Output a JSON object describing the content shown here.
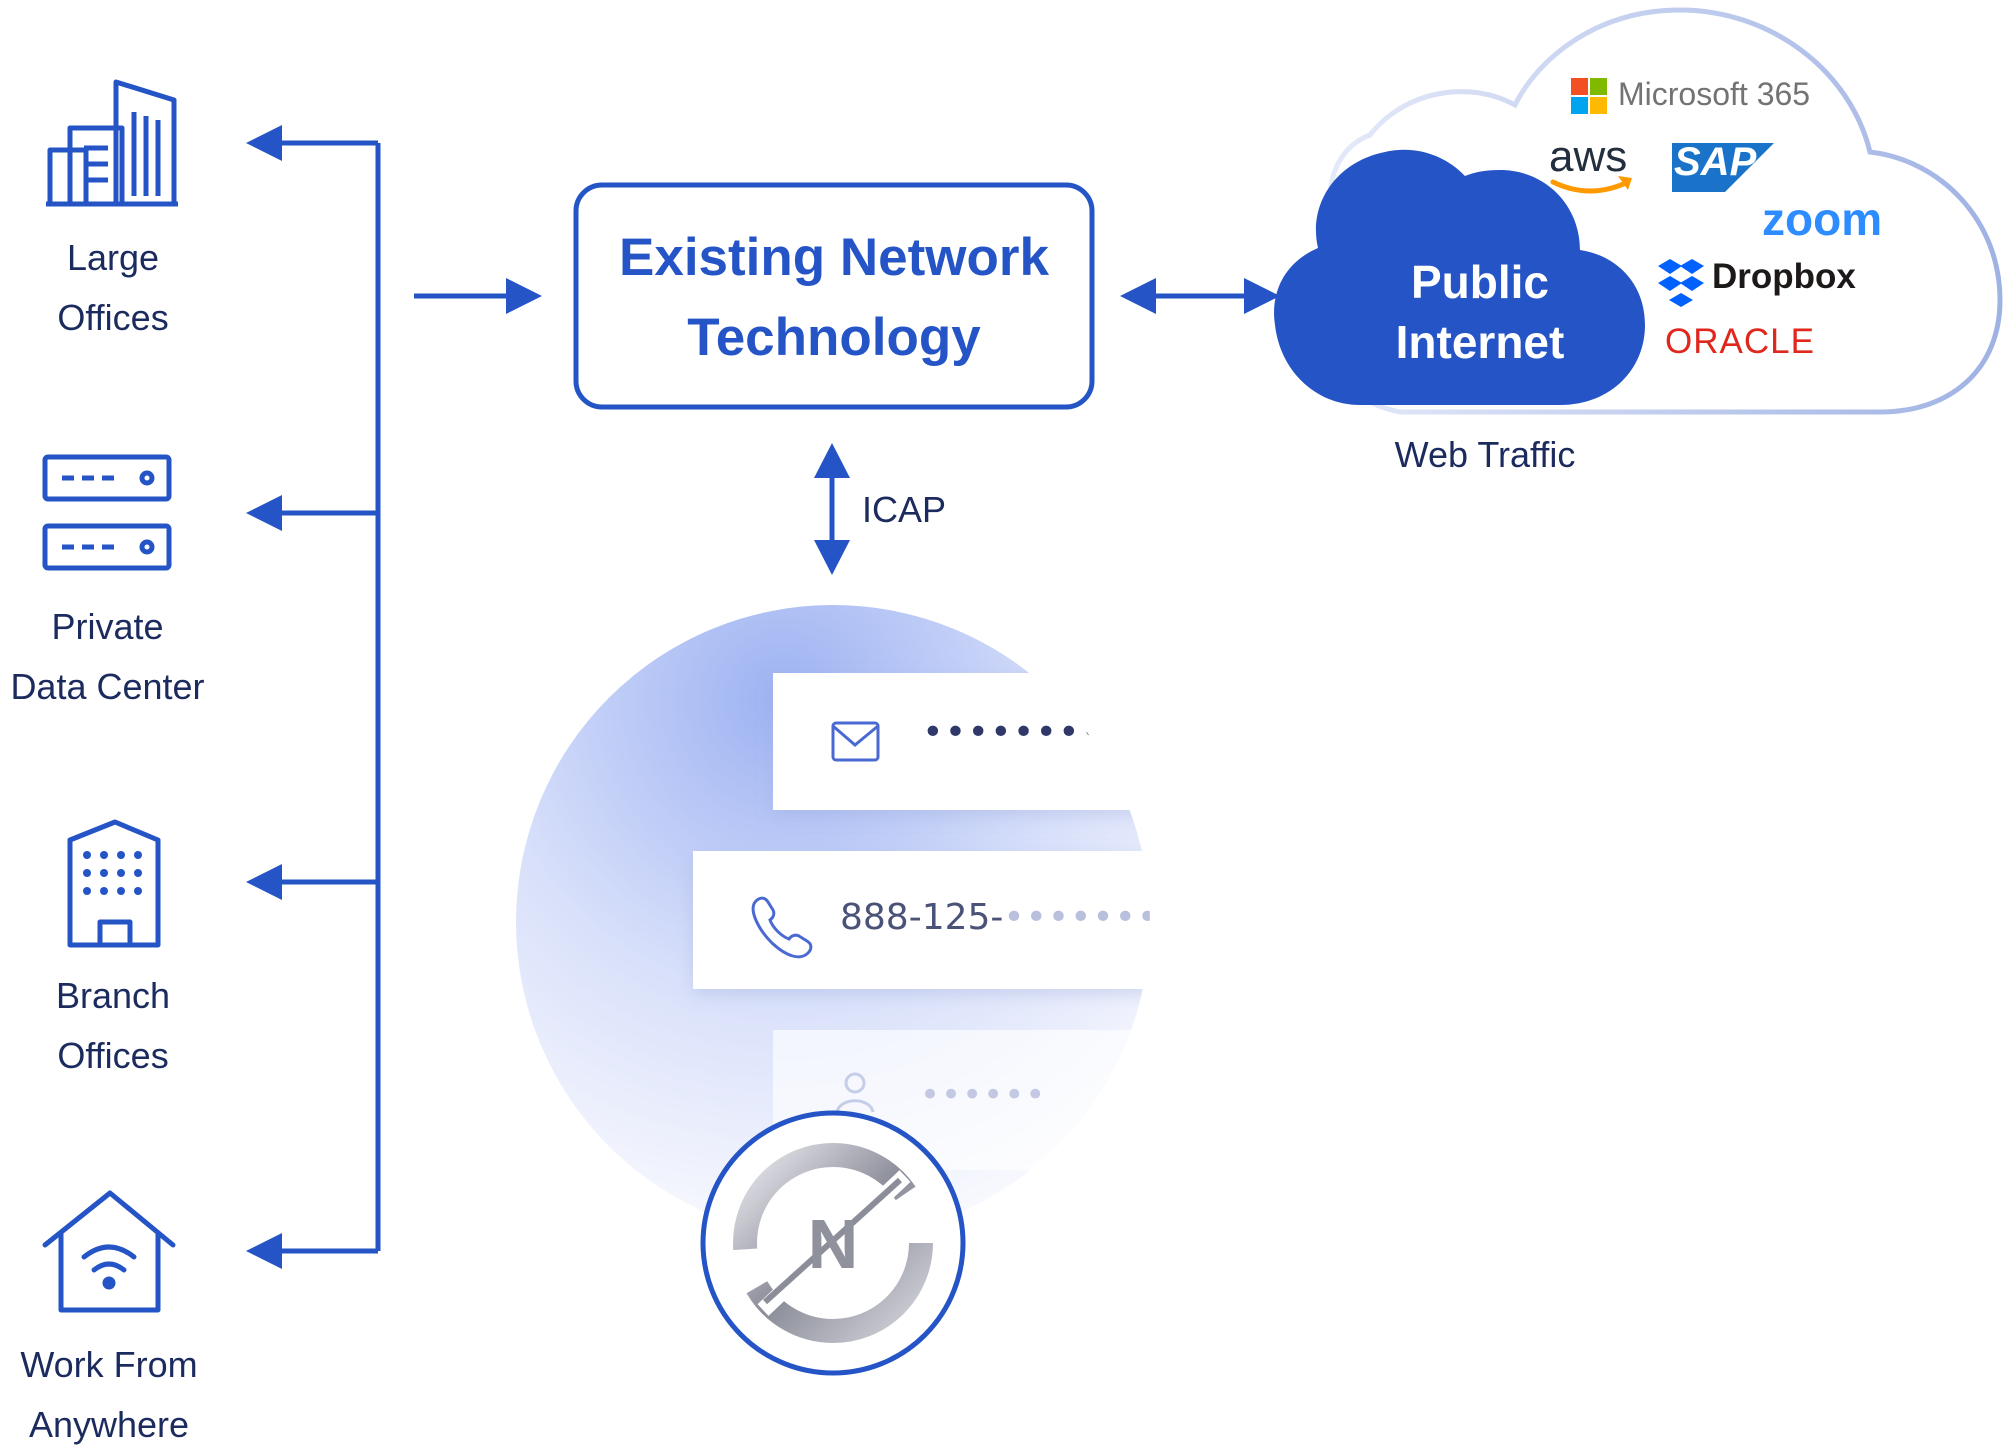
{
  "colors": {
    "primary": "#2454c5",
    "dark_text": "#1c2b5e",
    "cloud_outline": "#aebde6",
    "circle_glow": "#9fb3f0",
    "microsoft": [
      "#f25022",
      "#7fba00",
      "#00a4ef",
      "#ffb900"
    ],
    "aws_arrow": "#ff9900",
    "sap": "#1a73c8",
    "zoom": "#2d8cff",
    "dropbox": "#0061fe",
    "oracle": "#e0271d"
  },
  "locations": [
    {
      "icon": "office-building-icon",
      "line1": "Large",
      "line2": "Offices"
    },
    {
      "icon": "server-rack-icon",
      "line1": "Private",
      "line2": "Data Center"
    },
    {
      "icon": "branch-building-icon",
      "line1": "Branch",
      "line2": "Offices"
    },
    {
      "icon": "home-wifi-icon",
      "line1": "Work From",
      "line2": "Anywhere"
    }
  ],
  "network_box": {
    "line1": "Existing Network",
    "line2": "Technology"
  },
  "icap_label": "ICAP",
  "cloud": {
    "inner_line1": "Public",
    "inner_line2": "Internet",
    "caption": "Web Traffic",
    "services": {
      "microsoft": "Microsoft 365",
      "aws": "aws",
      "sap": "SAP",
      "zoom": "zoom",
      "dropbox": "Dropbox",
      "oracle": "ORACLE"
    }
  },
  "data_fields": {
    "email": "••••••••@",
    "phone_prefix": "888-125-",
    "phone_masked": "•••••••",
    "person_masked": "••••••"
  },
  "logo_letter": "N"
}
